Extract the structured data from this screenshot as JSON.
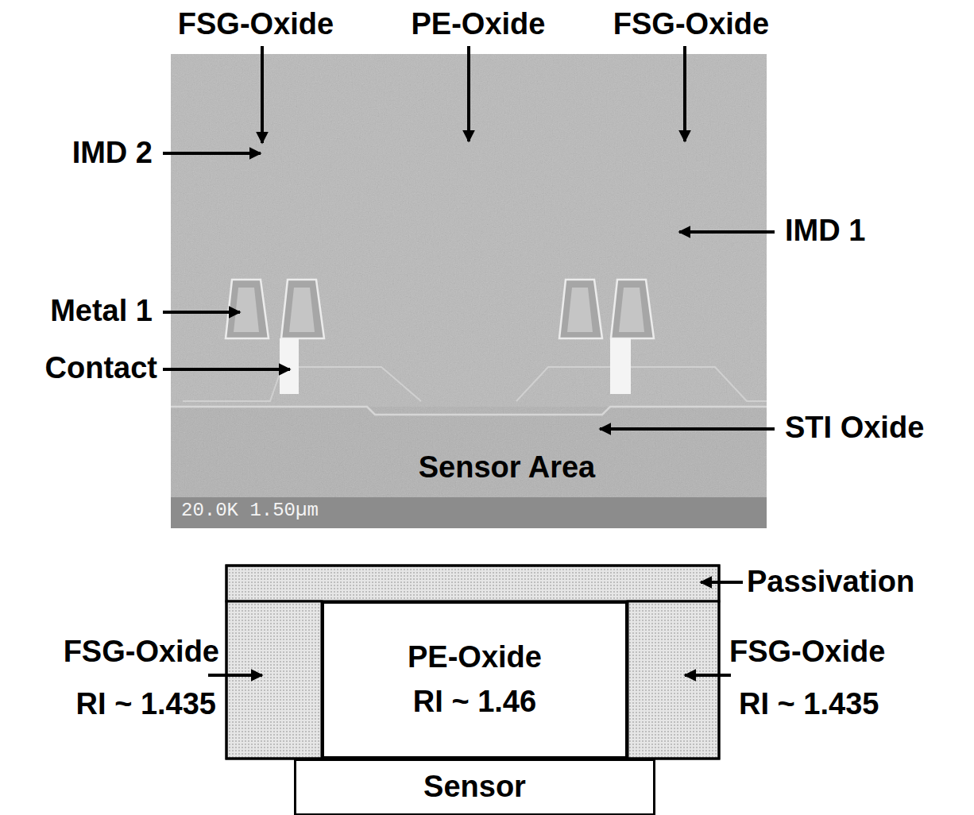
{
  "diagram": {
    "nodes": [
      {
        "text": [
          "PE-Oxide",
          "RI ~ 1.46"
        ]
      },
      {
        "text": [
          "Sensor"
        ]
      }
    ],
    "labels": [
      "FSG-Oxide",
      "PE-Oxide",
      "FSG-Oxide",
      "IMD 2",
      "IMD 1",
      "Metal 1",
      "Contact",
      "STI Oxide",
      "Sensor Area",
      "20.0K 1.50µm",
      "Passivation",
      "FSG-Oxide",
      "RI ~ 1.435",
      "FSG-Oxide",
      "RI ~ 1.435"
    ]
  }
}
